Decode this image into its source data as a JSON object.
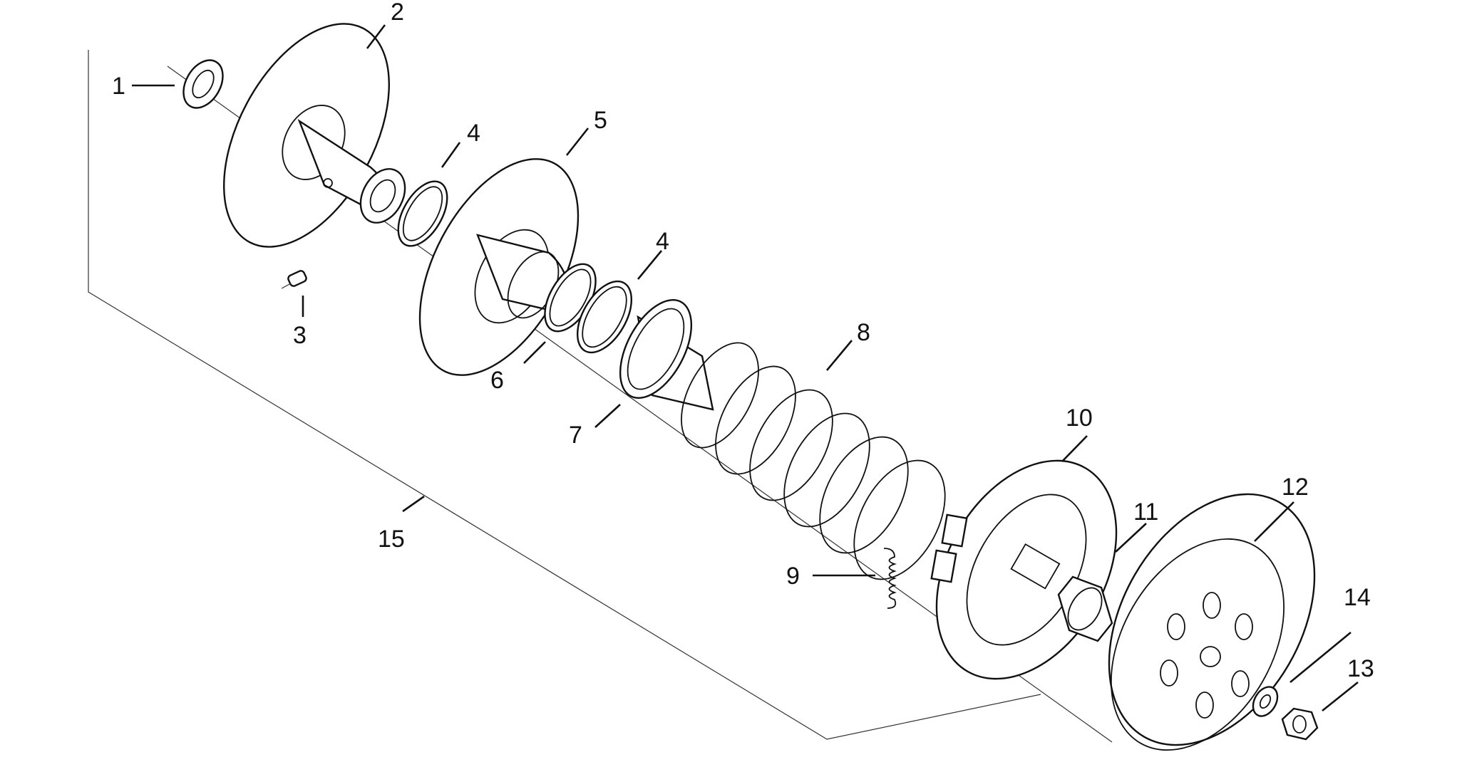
{
  "labels": {
    "p1": "1",
    "p2": "2",
    "p3": "3",
    "p4a": "4",
    "p4b": "4",
    "p5": "5",
    "p6": "6",
    "p7": "7",
    "p8": "8",
    "p9": "9",
    "p10": "10",
    "p11": "11",
    "p12": "12",
    "p13": "13",
    "p14": "14",
    "p15": "15"
  }
}
